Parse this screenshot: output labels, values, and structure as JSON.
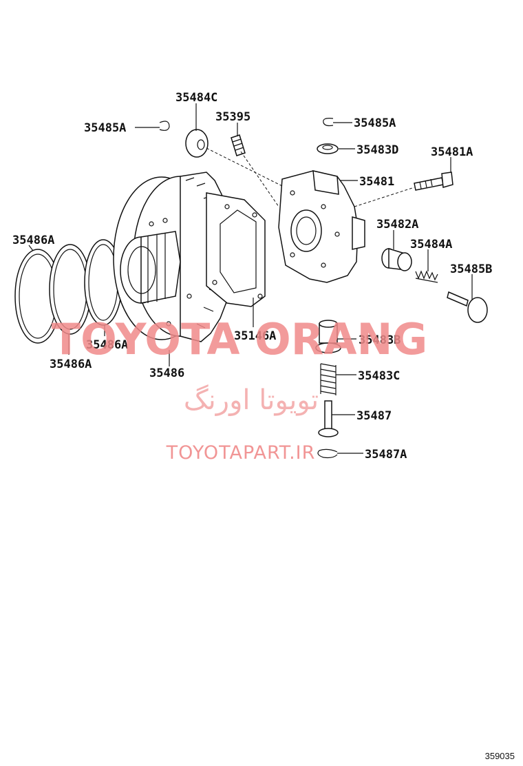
{
  "labels": {
    "p35484C": "35484C",
    "p35395": "35395",
    "p35485A_left": "35485A",
    "p35485A_right": "35485A",
    "p35483D": "35483D",
    "p35481A": "35481A",
    "p35481": "35481",
    "p35482A": "35482A",
    "p35484A": "35484A",
    "p35485B": "35485B",
    "p35486A_top": "35486A",
    "p35486A_mid": "35486A",
    "p35486A_bottom": "35486A",
    "p35146A": "35146A",
    "p35486": "35486",
    "p35483B": "35483B",
    "p35483C": "35483C",
    "p35487": "35487",
    "p35487A": "35487A"
  },
  "watermark": {
    "title": "TOYOTA ORANG",
    "persian": "تویوتا اورنگ",
    "url": "TOYOTAPART.IR"
  },
  "diagram_id": "359035",
  "colors": {
    "watermark": "#f08a8a",
    "ink": "#111111"
  }
}
